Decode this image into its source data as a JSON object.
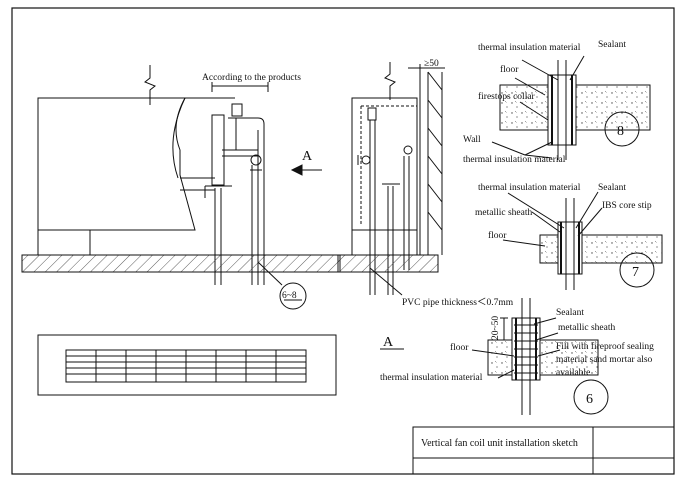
{
  "labels": {
    "according": "According to the products",
    "section_a": "A",
    "view_a": "A",
    "dim_50": "≥50",
    "dim_68": "6~8",
    "pvc": "PVC pipe thickness＜0.7mm",
    "d8_thermal_top": "thermal insulation material",
    "d8_sealant": "Sealant",
    "d8_floor": "floor",
    "d8_collar": "firestops collar",
    "d8_wall": "Wall",
    "d8_thermal_bottom": "thermal insulation material",
    "d8_num": "8",
    "d7_thermal": "thermal insulation material",
    "d7_sealant": "Sealant",
    "d7_sheath": "metallic sheath",
    "d7_ibs": "IBS core stip",
    "d7_floor": "floor",
    "d7_num": "7",
    "d6_dim": "20~50",
    "d6_sealant": "Sealant",
    "d6_sheath": "metallic sheath",
    "d6_fill_1": "Fill with fireproof sealing",
    "d6_fill_2": "material sand mortar also",
    "d6_fill_3": "available",
    "d6_floor": "floor",
    "d6_thermal": "thermal insulation material",
    "d6_num": "6"
  },
  "title_block": {
    "title": "Vertical fan coil unit installation sketch"
  }
}
